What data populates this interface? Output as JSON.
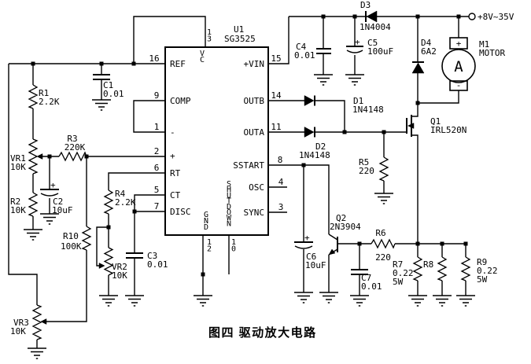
{
  "caption": "图四  驱动放大电路",
  "power": {
    "label": "+8V~35V"
  },
  "colors": {
    "wire": "#000000",
    "background": "#ffffff"
  },
  "ic": {
    "designator": "U1",
    "part_number": "SG3525",
    "pin_names": {
      "vc": "VC",
      "gnd": "GND",
      "shutdown": "SHUTDOWN"
    },
    "pin_numbers": {
      "vc": "13",
      "gnd": "12",
      "shutdown": "10"
    },
    "left_pins": [
      {
        "number": "16",
        "name": "REF"
      },
      {
        "number": "9",
        "name": "COMP"
      },
      {
        "number": "1",
        "name": "-"
      },
      {
        "number": "2",
        "name": "+"
      },
      {
        "number": "6",
        "name": "RT"
      },
      {
        "number": "5",
        "name": "CT"
      },
      {
        "number": "7",
        "name": "DISC"
      }
    ],
    "right_pins": [
      {
        "number": "15",
        "name": "+VIN"
      },
      {
        "number": "14",
        "name": "OUTB"
      },
      {
        "number": "11",
        "name": "OUTA"
      },
      {
        "number": "8",
        "name": "SSTART"
      },
      {
        "number": "4",
        "name": "OSC"
      },
      {
        "number": "3",
        "name": "SYNC"
      }
    ]
  },
  "components": {
    "r1": {
      "ref": "R1",
      "value": "2.2K"
    },
    "r2": {
      "ref": "R2",
      "value": "10K"
    },
    "r3": {
      "ref": "R3",
      "value": "220K"
    },
    "r4": {
      "ref": "R4",
      "value": "2.2K"
    },
    "r5": {
      "ref": "R5",
      "value": "220"
    },
    "r6": {
      "ref": "R6",
      "value": "220"
    },
    "r7": {
      "ref": "R7",
      "value": "0.22",
      "power": "5W"
    },
    "r8": {
      "ref": "R8"
    },
    "r9": {
      "ref": "R9",
      "value": "0.22",
      "power": "5W"
    },
    "r10": {
      "ref": "R10",
      "value": "100K"
    },
    "vr1": {
      "ref": "VR1",
      "value": "10K"
    },
    "vr2": {
      "ref": "VR2",
      "value": "10K"
    },
    "vr3": {
      "ref": "VR3",
      "value": "10K"
    },
    "c1": {
      "ref": "C1",
      "value": "0.01"
    },
    "c2": {
      "ref": "C2",
      "value": "10uF",
      "polarity": "+"
    },
    "c3": {
      "ref": "C3",
      "value": "0.01"
    },
    "c4": {
      "ref": "C4",
      "value": "0.01"
    },
    "c5": {
      "ref": "C5",
      "value": "100uF",
      "polarity": "+"
    },
    "c6": {
      "ref": "C6",
      "value": "10uF",
      "polarity": "+"
    },
    "c7": {
      "ref": "C7",
      "value": "0.01"
    },
    "d1": {
      "ref": "D1",
      "value": "1N4148"
    },
    "d2": {
      "ref": "D2",
      "value": "1N4148"
    },
    "d3": {
      "ref": "D3",
      "value": "1N4004"
    },
    "d4": {
      "ref": "D4",
      "value": "6A2"
    },
    "q1": {
      "ref": "Q1",
      "value": "IRL520N"
    },
    "q2": {
      "ref": "Q2",
      "value": "2N3904"
    },
    "m1": {
      "ref": "M1",
      "value": "MOTOR",
      "meter_letter": "A",
      "plus": "+",
      "minus": "-"
    }
  }
}
